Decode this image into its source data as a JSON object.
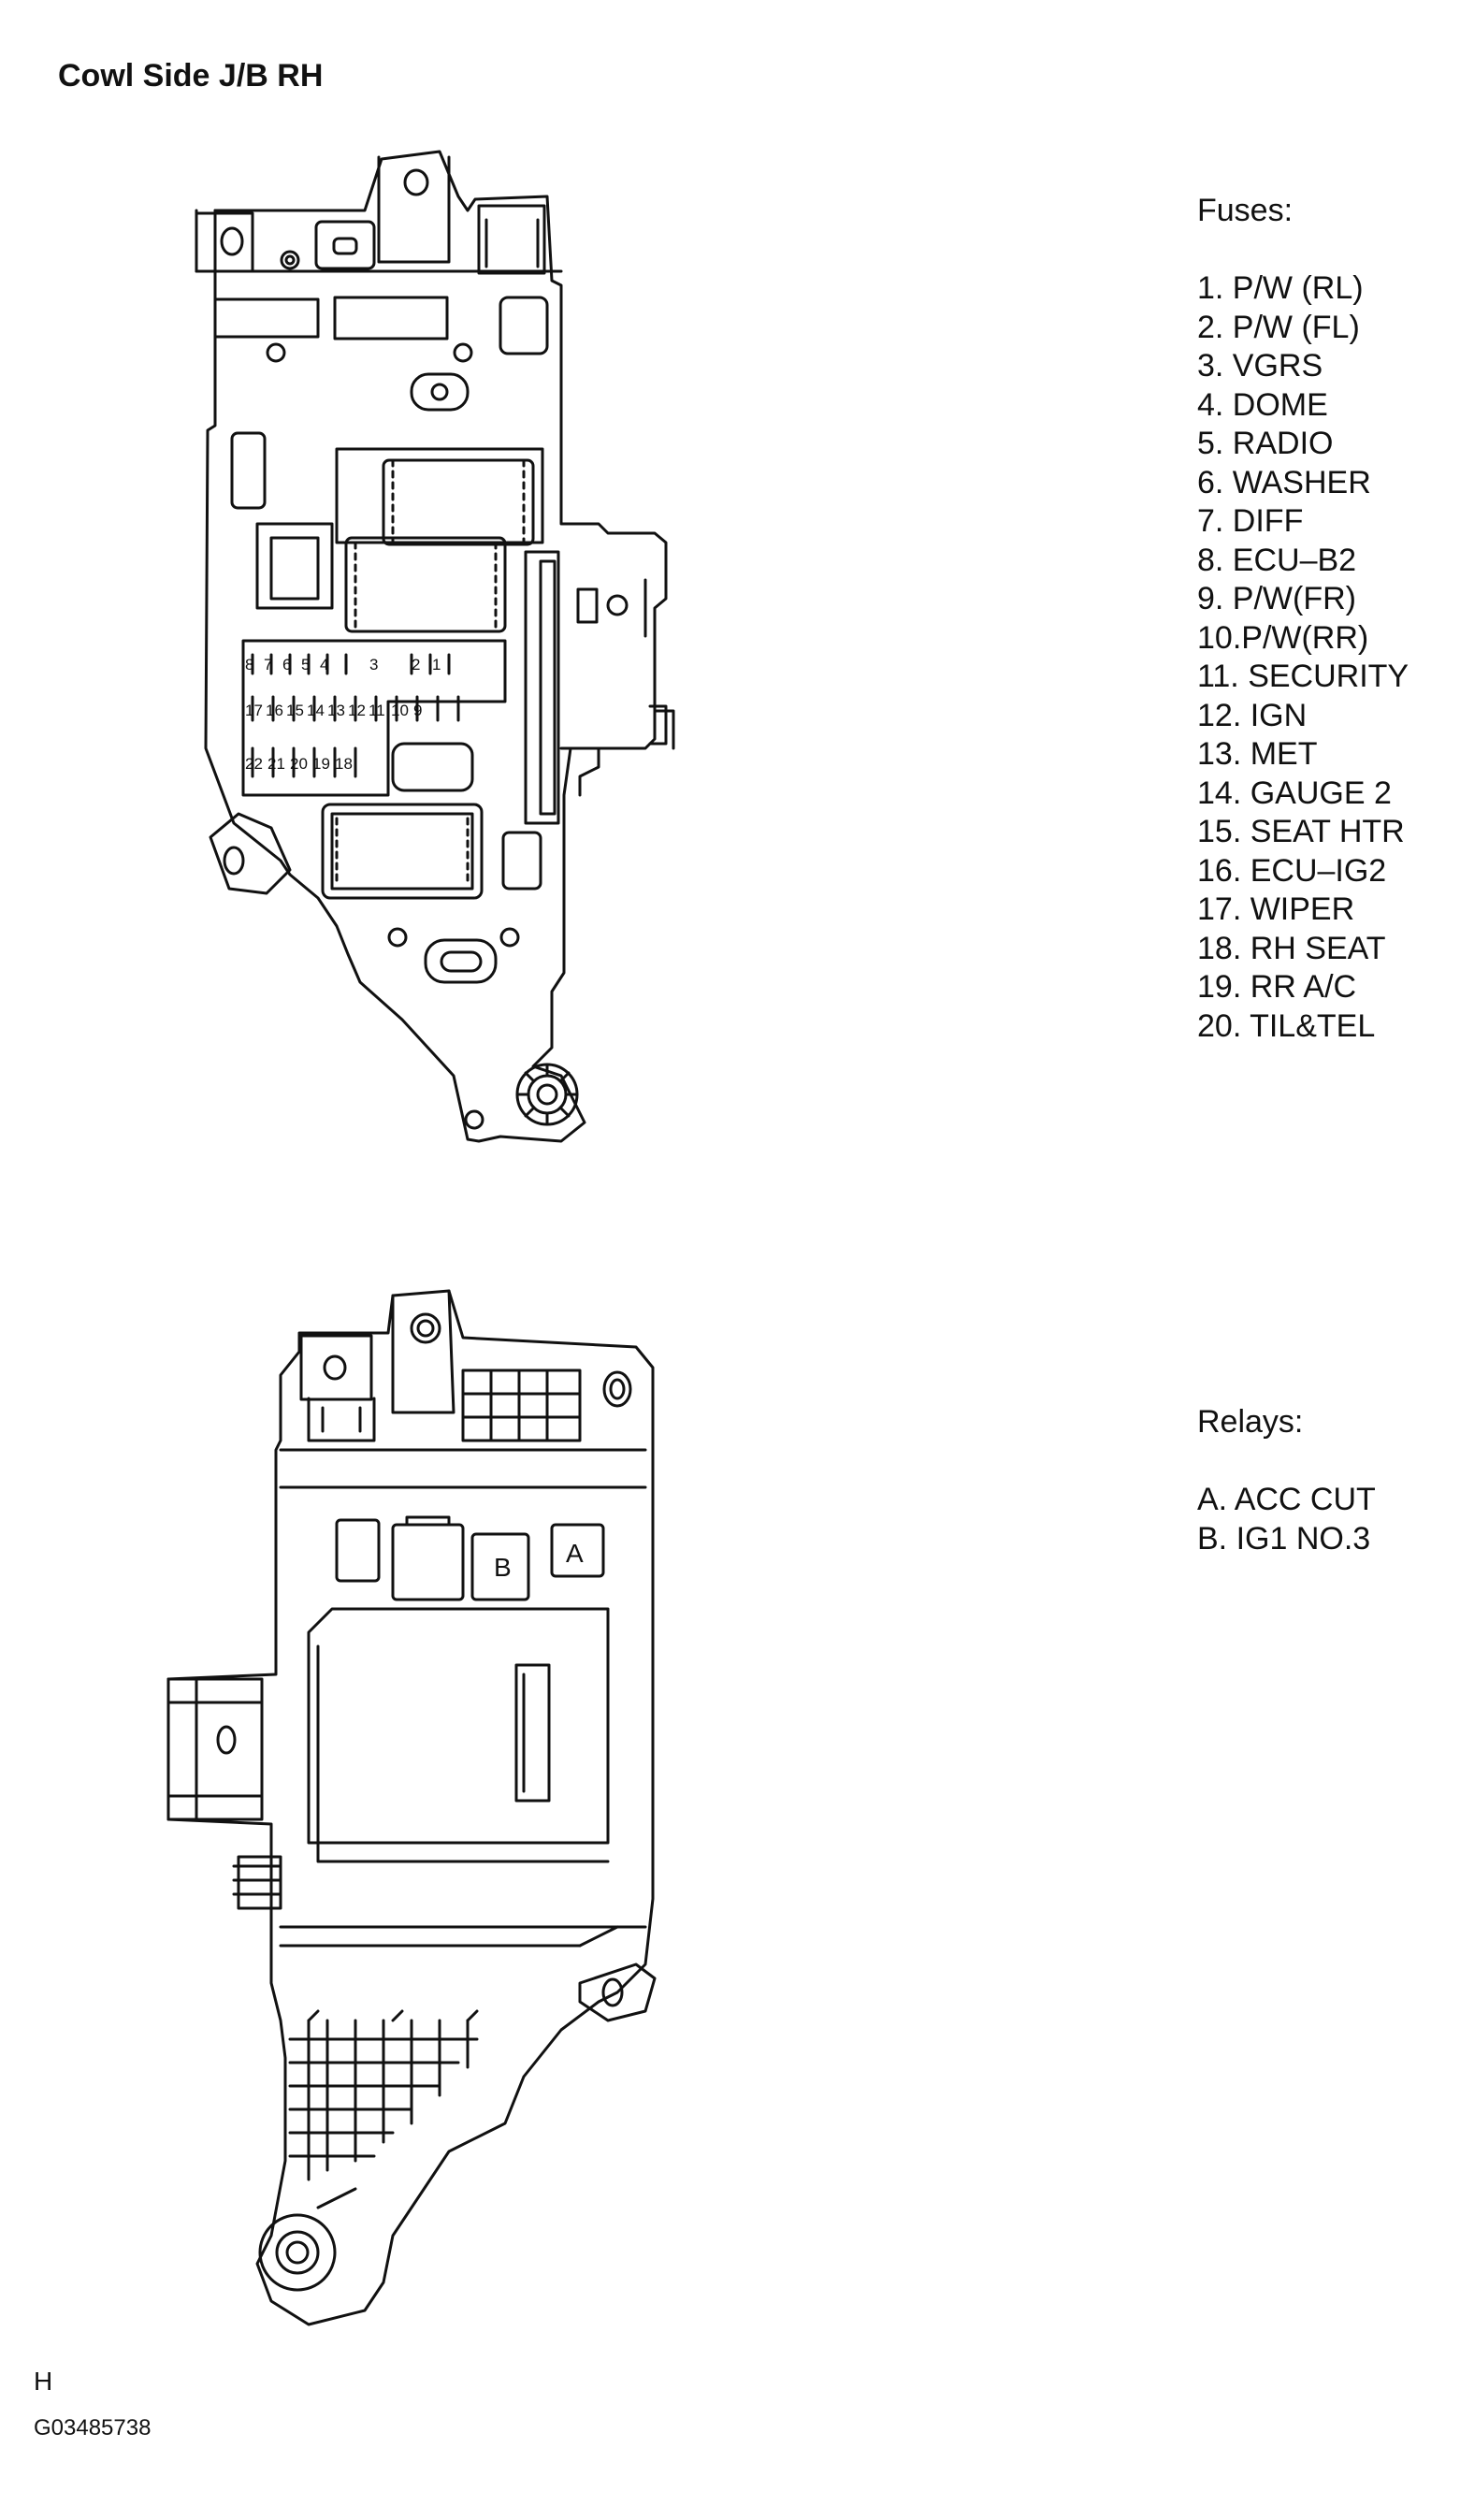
{
  "title": "Cowl Side J/B RH",
  "fuses": {
    "heading": "Fuses:",
    "items": [
      "1. P/W (RL)",
      "2. P/W (FL)",
      "3. VGRS",
      "4. DOME",
      "5. RADIO",
      "6. WASHER",
      "7. DIFF",
      "8. ECU–B2",
      "9. P/W(FR)",
      "10.P/W(RR)",
      "11. SECURITY",
      "12. IGN",
      "13. MET",
      "14. GAUGE 2",
      "15. SEAT HTR",
      "16. ECU–IG2",
      "17. WIPER",
      "18. RH SEAT",
      "19. RR A/C",
      "20. TIL&TEL"
    ]
  },
  "relays": {
    "heading": "Relays:",
    "items": [
      "A. ACC CUT",
      "B. IG1 NO.3"
    ]
  },
  "front_diagram": {
    "fuse_row_top": [
      "8",
      "7",
      "6",
      "5",
      "4",
      "3",
      "2",
      "1"
    ],
    "fuse_row_middle": [
      "17",
      "16",
      "15",
      "14",
      "13",
      "12",
      "11",
      "10",
      "9"
    ],
    "fuse_row_bottom": [
      "22",
      "21",
      "20",
      "19",
      "18"
    ]
  },
  "back_diagram": {
    "relay_b_label": "B",
    "relay_a_label": "A"
  },
  "footer": {
    "section_letter": "H",
    "figure_code": "G03485738"
  }
}
